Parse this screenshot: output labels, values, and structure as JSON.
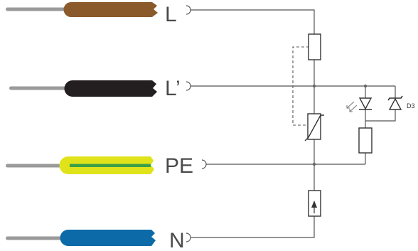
{
  "terminals": [
    {
      "label": "L",
      "color": "#8B5A2B"
    },
    {
      "label": "L’",
      "color": "#231f20"
    },
    {
      "label": "PE",
      "color": "#e0e31a",
      "stripe": "#3aa047"
    },
    {
      "label": "N",
      "color": "#0d6aa8"
    }
  ],
  "strip_color": "#9a9a9a",
  "components": {
    "tvs_label": "D3"
  },
  "icons": [
    "led-arrows-icon",
    "arrow-up-icon"
  ]
}
